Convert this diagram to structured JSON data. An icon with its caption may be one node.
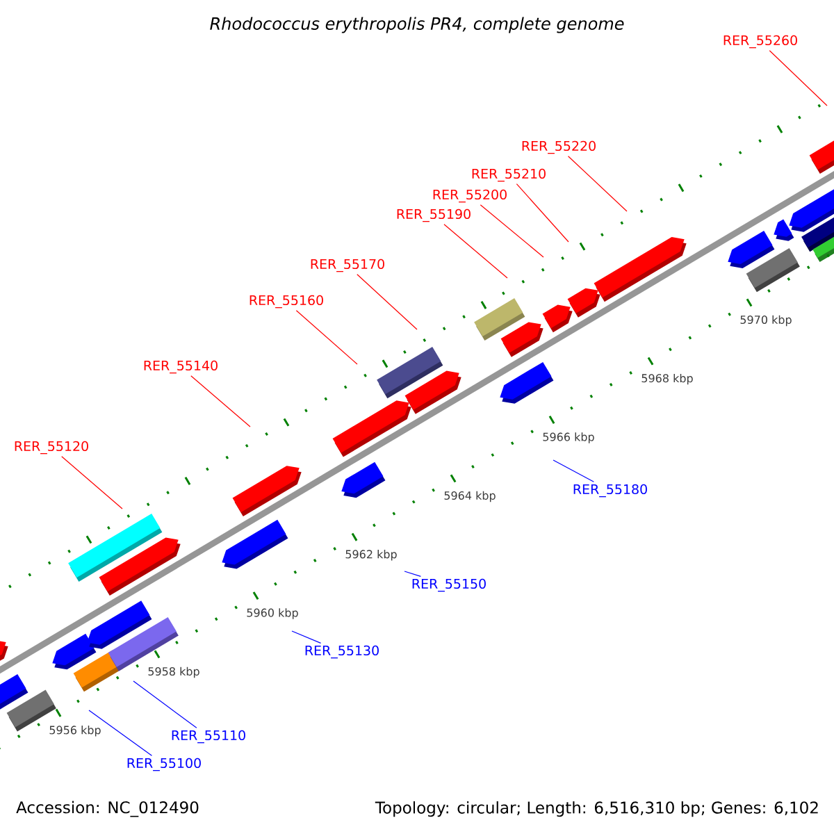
{
  "diagram": {
    "title": "Rhodococcus erythropolis PR4, complete genome",
    "nodes": [
      {
        "text": [
          "RER_55260"
        ]
      },
      {
        "text": [
          "RER_55220"
        ]
      },
      {
        "text": [
          "RER_55210"
        ]
      },
      {
        "text": [
          "RER_55200"
        ]
      },
      {
        "text": [
          "RER_55190"
        ]
      },
      {
        "text": [
          "RER_55170"
        ]
      },
      {
        "text": [
          "RER_55160"
        ]
      },
      {
        "text": [
          "RER_55140"
        ]
      },
      {
        "text": [
          "RER_55120"
        ]
      },
      {
        "text": [
          "RER_55180"
        ]
      },
      {
        "text": [
          "RER_55150"
        ]
      },
      {
        "text": [
          "RER_55130"
        ]
      },
      {
        "text": [
          "RER_55110"
        ]
      },
      {
        "text": [
          "RER_55100"
        ]
      }
    ],
    "edges": [
      {
        "from": 0,
        "to": null,
        "arrow": "none"
      },
      {
        "from": 1,
        "to": null,
        "arrow": "none"
      },
      {
        "from": 2,
        "to": null,
        "arrow": "none"
      },
      {
        "from": 3,
        "to": null,
        "arrow": "none"
      },
      {
        "from": 4,
        "to": null,
        "arrow": "none"
      },
      {
        "from": 5,
        "to": null,
        "arrow": "none"
      },
      {
        "from": 6,
        "to": null,
        "arrow": "none"
      },
      {
        "from": 7,
        "to": null,
        "arrow": "none"
      },
      {
        "from": 8,
        "to": null,
        "arrow": "none"
      },
      {
        "from": 9,
        "to": null,
        "arrow": "none",
        "color": "#0000ff"
      },
      {
        "from": 10,
        "to": null,
        "arrow": "none",
        "color": "#0000ff"
      },
      {
        "from": 11,
        "to": null,
        "arrow": "none",
        "color": "#0000ff"
      },
      {
        "from": 12,
        "to": null,
        "arrow": "none",
        "color": "#0000ff"
      },
      {
        "from": 13,
        "to": null,
        "arrow": "none",
        "color": "#0000ff"
      }
    ],
    "labels": [
      "5956 kbp",
      "5958 kbp",
      "5960 kbp",
      "5962 kbp",
      "5964 kbp",
      "5966 kbp",
      "5968 kbp",
      "5970 kbp",
      "Accession: NC_012490",
      "Topology: circular; Length: 6,516,310 bp; Genes: 6,102"
    ]
  }
}
